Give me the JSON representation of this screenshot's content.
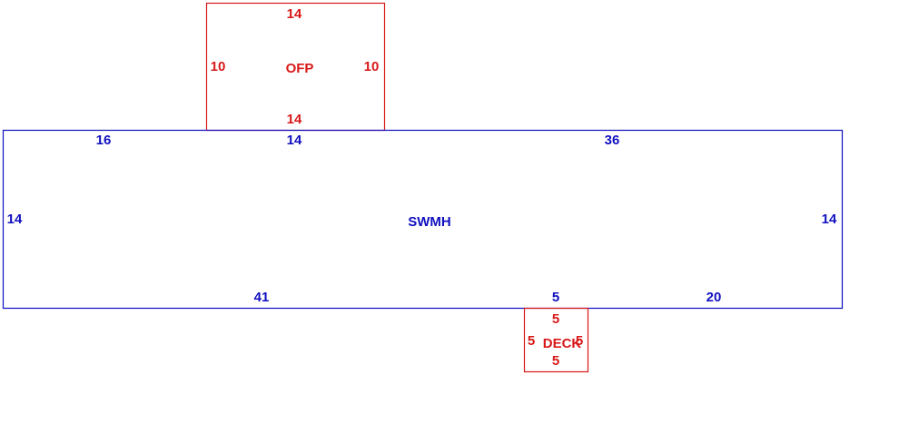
{
  "colors": {
    "main": "#1010c0",
    "addition": "#d81818"
  },
  "areas": [
    {
      "name": "OFP",
      "color": "addition",
      "dimensions": {
        "top": "14",
        "left": "10",
        "right": "10",
        "bottom": "14"
      }
    },
    {
      "name": "SWMH",
      "color": "main",
      "dimensions": {
        "top_left": "16",
        "top_middle": "14",
        "top_right": "36",
        "left": "14",
        "right": "14",
        "bottom_left": "41",
        "bottom_middle": "5",
        "bottom_right": "20"
      }
    },
    {
      "name": "DECK",
      "color": "addition",
      "dimensions": {
        "top": "5",
        "left": "5",
        "right": "5",
        "bottom": "5"
      }
    }
  ]
}
